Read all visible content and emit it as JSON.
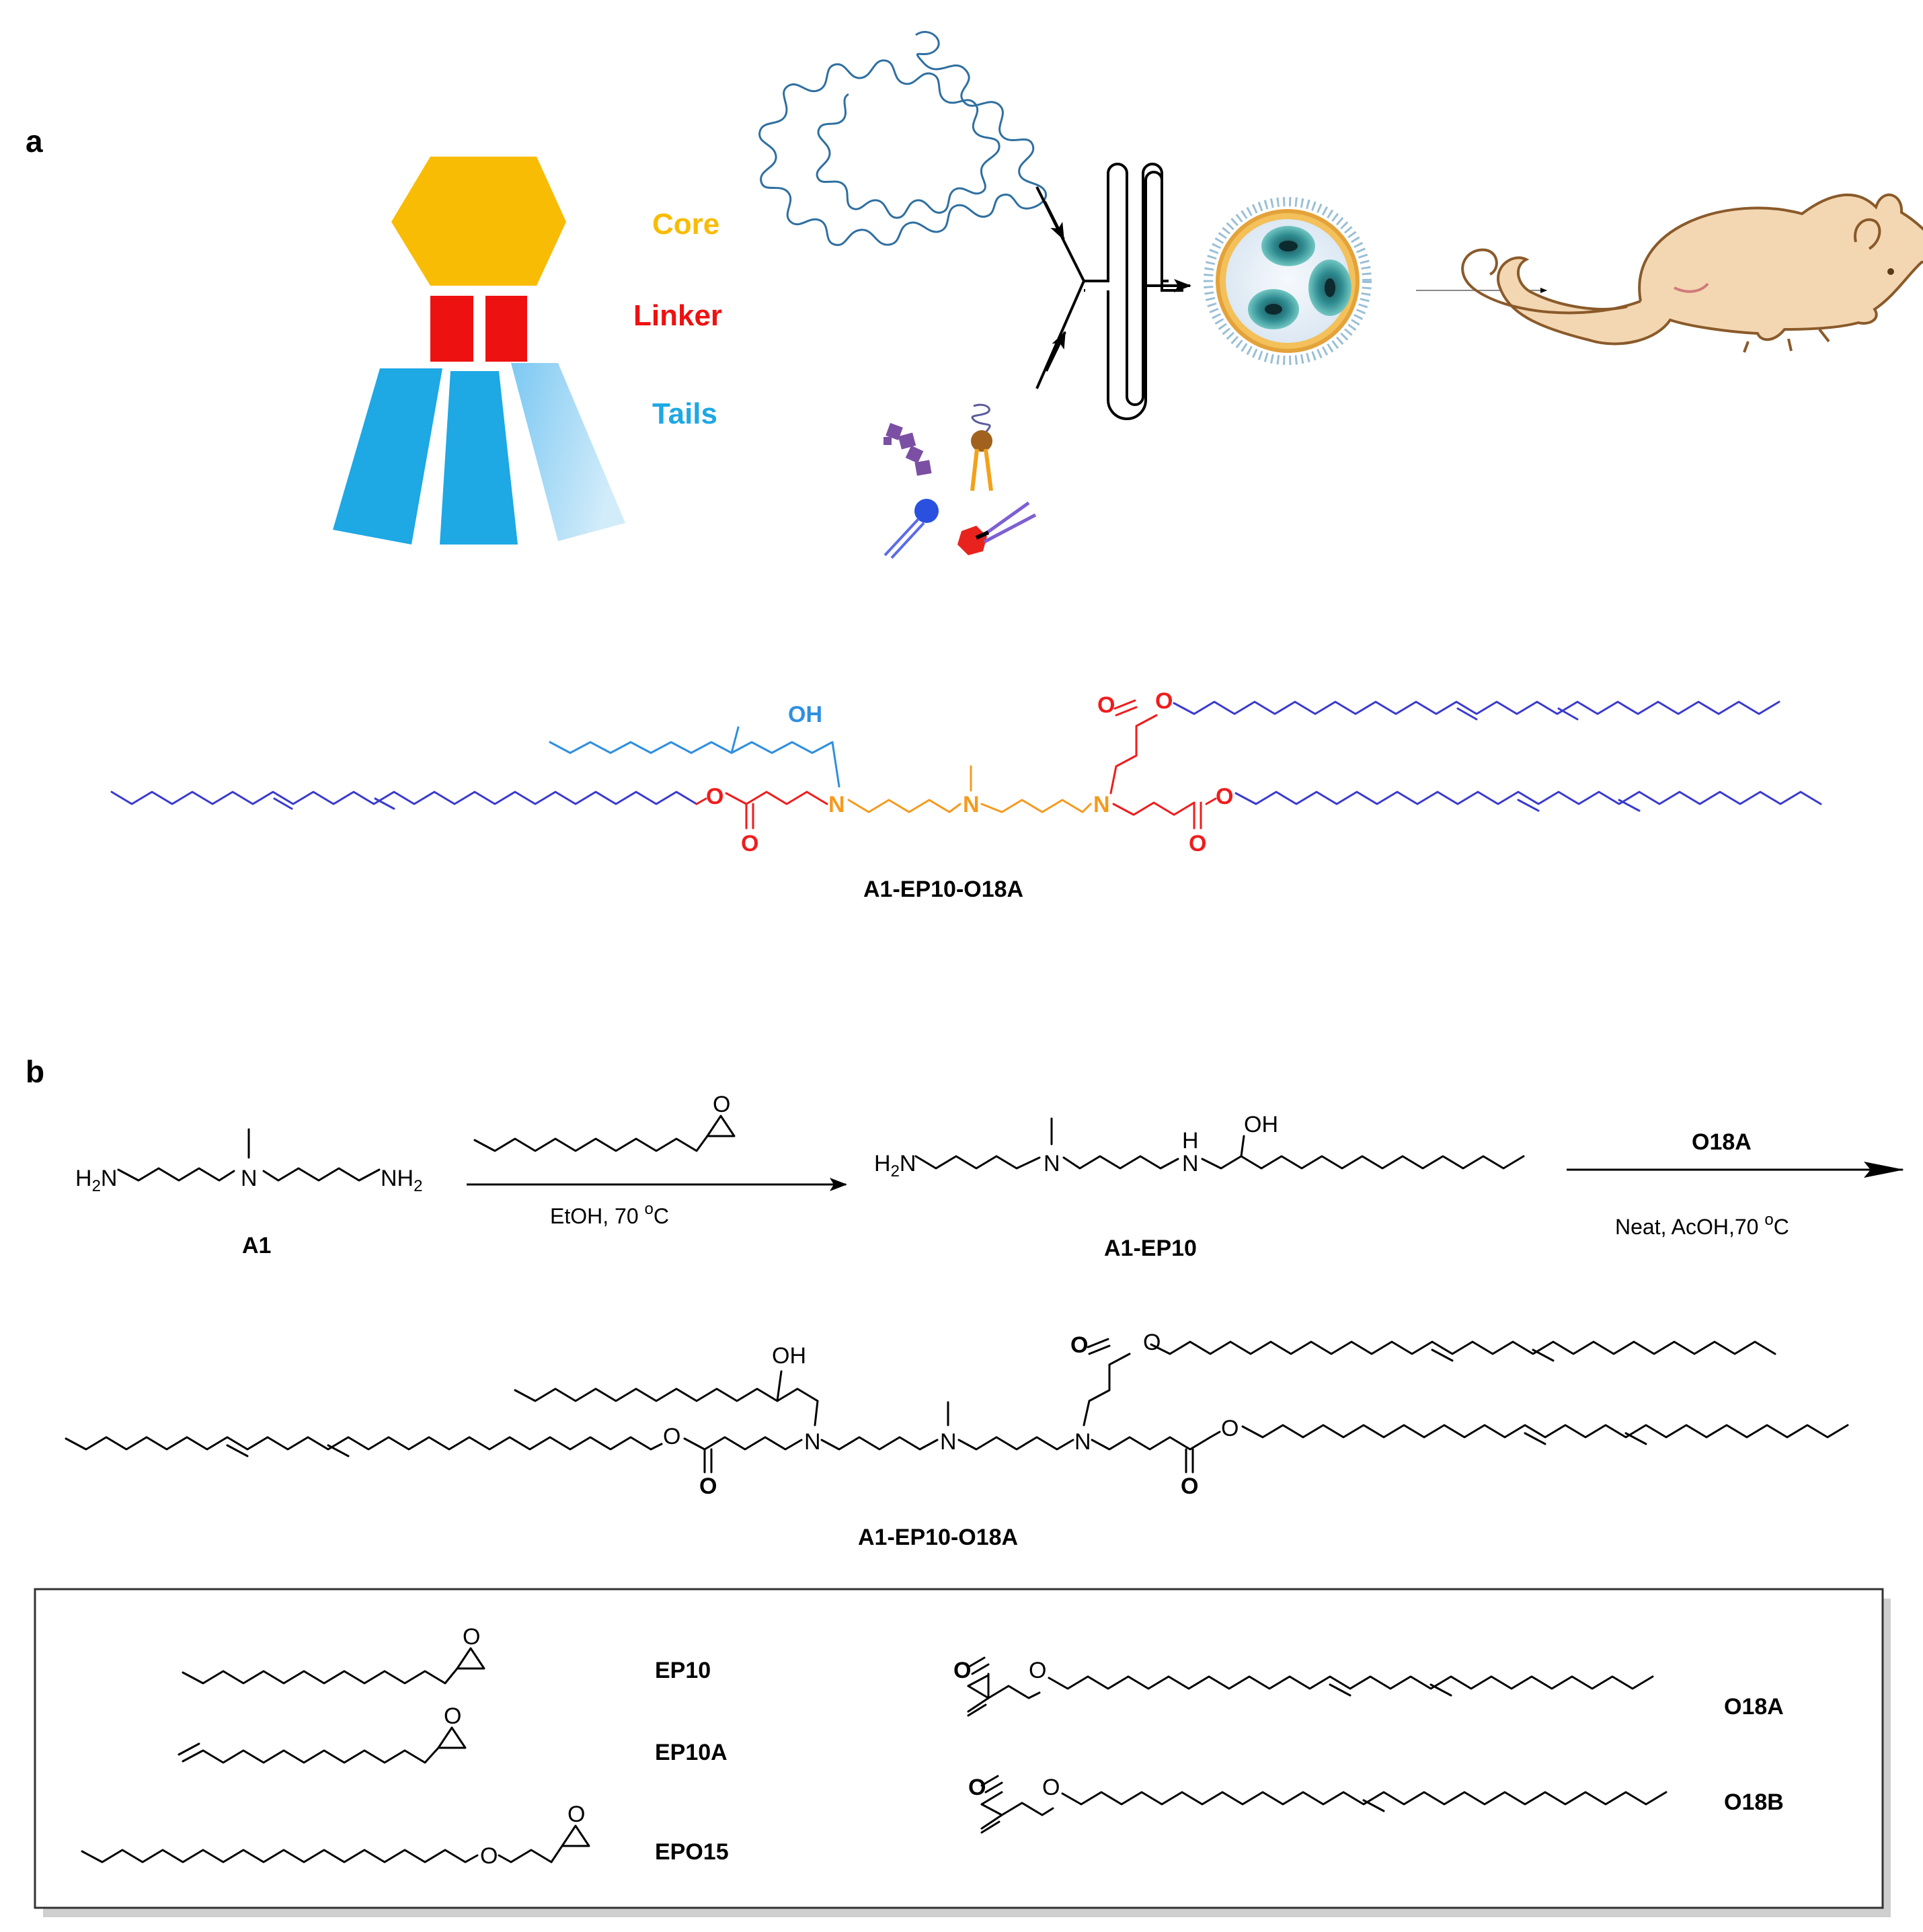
{
  "panels": {
    "a": "a",
    "b": "b"
  },
  "legend": {
    "core": "Core",
    "linker": "Linker",
    "tails": "Tails",
    "colors": {
      "core": "#F8BC05",
      "linker": "#EE1111",
      "tails": "#1EA8E4"
    }
  },
  "structure_a": {
    "name": "A1-EP10-O18A",
    "colors": {
      "tail": "#3A3ACF",
      "ep_tail": "#2F8FE0",
      "linker": "#F01C1C",
      "core": "#F59A1E"
    },
    "labels": {
      "oh": "OH",
      "n": "N",
      "o": "O"
    }
  },
  "scheme_b": {
    "a1_h2n": "H",
    "a1_h2n_sub": "2",
    "a1_h2n_n": "N",
    "a1_n": "N",
    "a1_nh2": "NH",
    "a1_nh2_sub": "2",
    "a1_name": "A1",
    "step1_conditions": "EtOH, 70 ",
    "step1_deg": "o",
    "step1_unit": "C",
    "int_name": "A1-EP10",
    "int_h": "H",
    "int_n": "N",
    "int_oh": "OH",
    "step2_reagent": "O18A",
    "step2_conditions": "Neat, AcOH,70 ",
    "step2_deg": "o",
    "step2_unit": "C",
    "product_name": "A1-EP10-O18A",
    "product_oh": "OH",
    "product_n": "N",
    "product_o": "O"
  },
  "box": {
    "labels": [
      "EP10",
      "EP10A",
      "EPO15",
      "O18A",
      "O18B"
    ],
    "atom_o": "O"
  }
}
